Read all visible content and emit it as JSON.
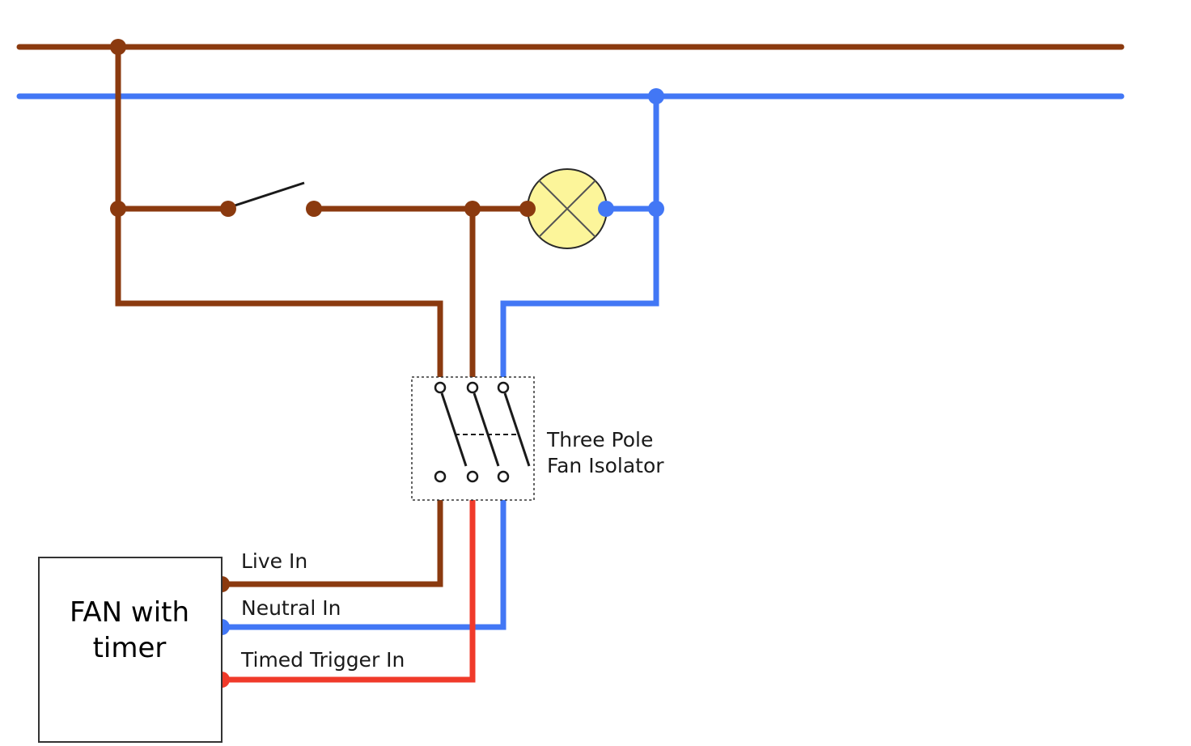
{
  "colors": {
    "live": "#8B3A0F",
    "neutral": "#4277F5",
    "trigger": "#F03A2A",
    "lamp_fill": "#FCF59A",
    "background": "#FFFFFF"
  },
  "components": {
    "lamp": {
      "icon": "lamp-icon"
    },
    "light_switch": {
      "icon": "switch-icon"
    },
    "isolator": {
      "icon": "three-pole-switch-icon",
      "label_line1": "Three Pole",
      "label_line2": "Fan Isolator"
    },
    "fan": {
      "label_line1": "FAN with",
      "label_line2": "timer",
      "terminals": {
        "live": "Live In",
        "neutral": "Neutral In",
        "trigger": "Timed Trigger In"
      }
    }
  }
}
